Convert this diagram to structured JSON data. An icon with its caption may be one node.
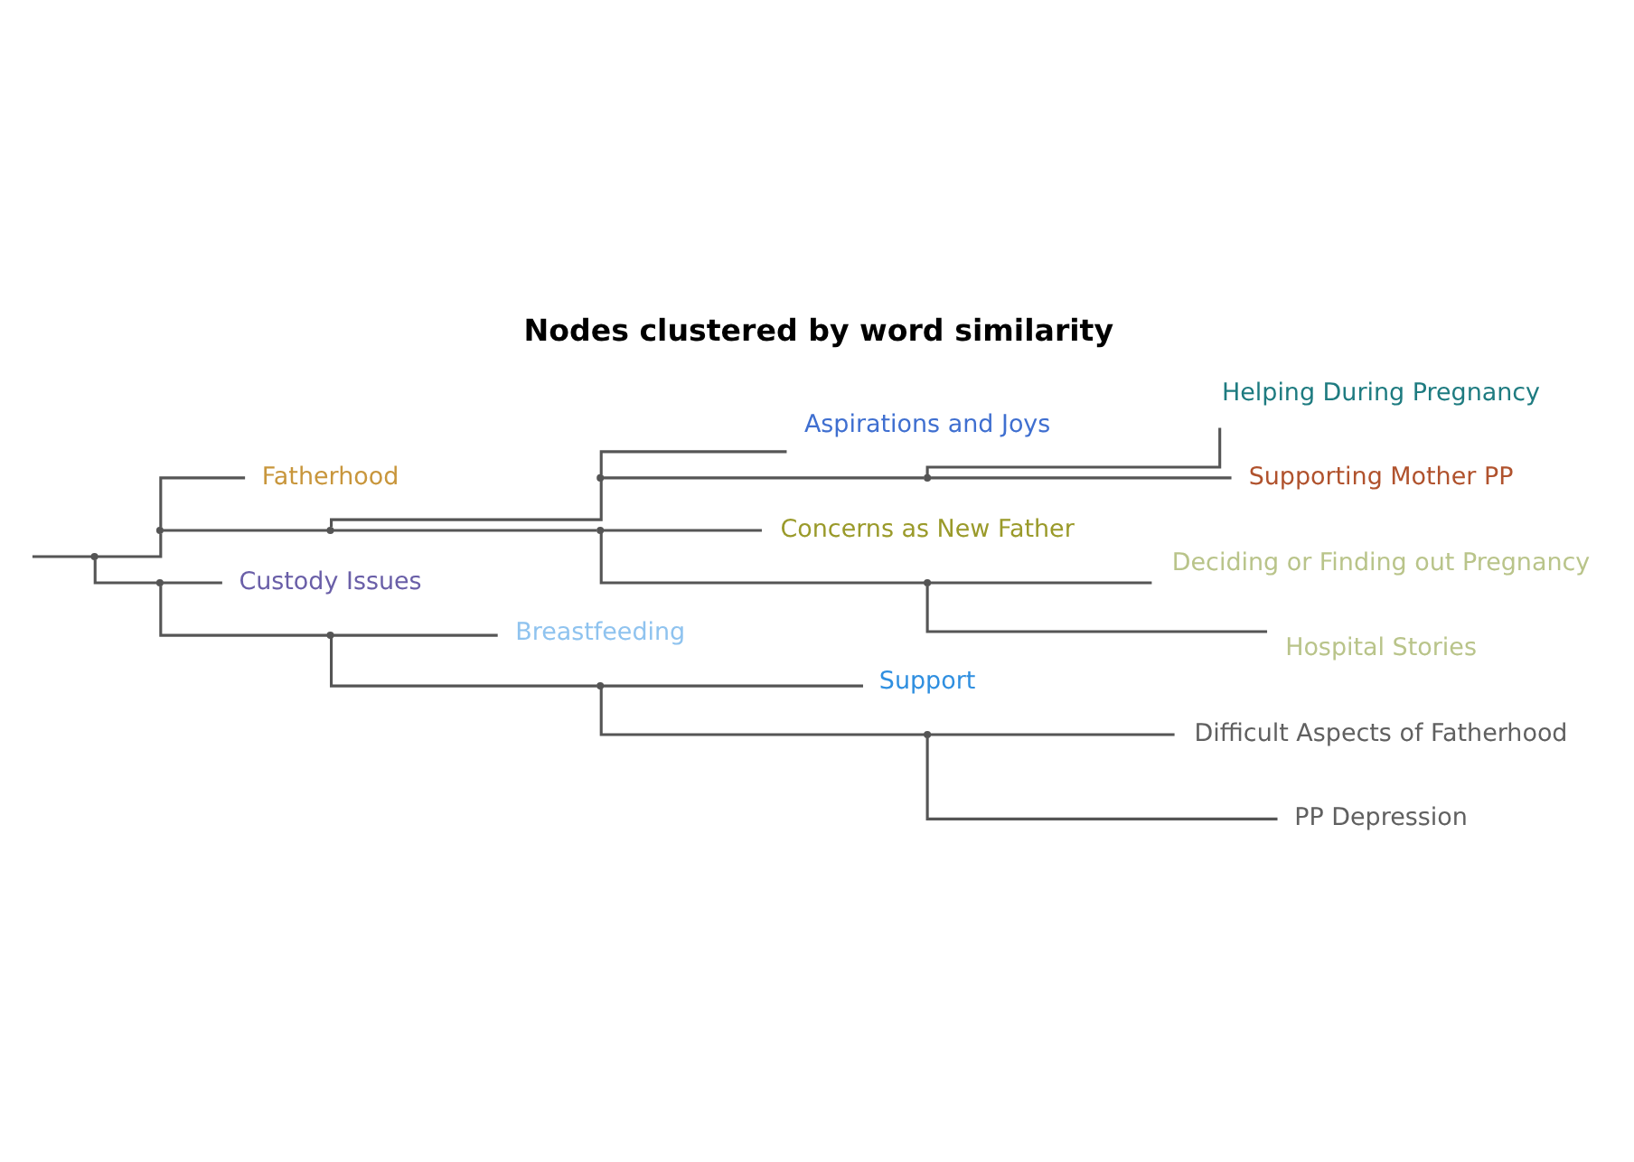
{
  "diagram": {
    "title": "Nodes clustered by word similarity",
    "nodes": [
      {
        "text": [],
        "shape": "point"
      },
      {
        "text": [],
        "shape": "point"
      },
      {
        "text": [
          "Fatherhood"
        ]
      },
      {
        "text": [],
        "shape": "point"
      },
      {
        "text": [],
        "shape": "point"
      },
      {
        "text": [
          "Aspirations and Joys"
        ]
      },
      {
        "text": [],
        "shape": "point"
      },
      {
        "text": [
          "Helping During Pregnancy"
        ]
      },
      {
        "text": [
          "Supporting Mother PP"
        ]
      },
      {
        "text": [],
        "shape": "point"
      },
      {
        "text": [
          "Concerns as New Father"
        ]
      },
      {
        "text": [],
        "shape": "point"
      },
      {
        "text": [
          "Deciding or Finding out Pregnancy"
        ]
      },
      {
        "text": [
          "Hospital Stories"
        ]
      },
      {
        "text": [],
        "shape": "point"
      },
      {
        "text": [
          "Custody Issues"
        ]
      },
      {
        "text": [],
        "shape": "point"
      },
      {
        "text": [
          "Breastfeeding"
        ]
      },
      {
        "text": [],
        "shape": "point"
      },
      {
        "text": [
          "Support"
        ]
      },
      {
        "text": [],
        "shape": "point"
      },
      {
        "text": [
          "Difficult Aspects of Fatherhood"
        ]
      },
      {
        "text": [
          "PP Depression"
        ]
      }
    ],
    "edges": [
      {
        "from": null,
        "to": 0,
        "arrow": "none"
      },
      {
        "from": 0,
        "to": 1,
        "arrow": "none"
      },
      {
        "from": 0,
        "to": 14,
        "arrow": "none"
      },
      {
        "from": 1,
        "to": 2,
        "arrow": "none"
      },
      {
        "from": 1,
        "to": 3,
        "arrow": "none"
      },
      {
        "from": 3,
        "to": 4,
        "arrow": "none"
      },
      {
        "from": 3,
        "to": 9,
        "arrow": "none"
      },
      {
        "from": 4,
        "to": 5,
        "arrow": "none"
      },
      {
        "from": 4,
        "to": 6,
        "arrow": "none"
      },
      {
        "from": 6,
        "to": 7,
        "arrow": "none"
      },
      {
        "from": 6,
        "to": 8,
        "arrow": "none"
      },
      {
        "from": 9,
        "to": 10,
        "arrow": "none"
      },
      {
        "from": 9,
        "to": 11,
        "arrow": "none"
      },
      {
        "from": 11,
        "to": 12,
        "arrow": "none"
      },
      {
        "from": 11,
        "to": 13,
        "arrow": "none"
      },
      {
        "from": 14,
        "to": 15,
        "arrow": "none"
      },
      {
        "from": 14,
        "to": 16,
        "arrow": "none"
      },
      {
        "from": 16,
        "to": 17,
        "arrow": "none"
      },
      {
        "from": 16,
        "to": 18,
        "arrow": "none"
      },
      {
        "from": 18,
        "to": 19,
        "arrow": "none"
      },
      {
        "from": 18,
        "to": 20,
        "arrow": "none"
      },
      {
        "from": 20,
        "to": 21,
        "arrow": "none"
      },
      {
        "from": 20,
        "to": 22,
        "arrow": "none"
      }
    ]
  }
}
